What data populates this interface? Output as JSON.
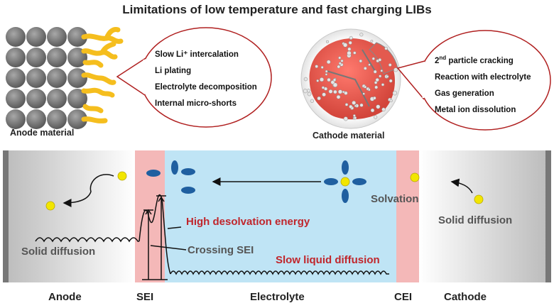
{
  "title": "Limitations of low temperature and fast charging LIBs",
  "anode_panel": {
    "caption": "Anode material",
    "issues": [
      "Slow Li⁺ intercalation",
      "Li plating",
      "Electrolyte decomposition",
      "Internal micro-shorts"
    ]
  },
  "cathode_panel": {
    "caption": "Cathode material",
    "issue1_sup": "nd",
    "issue1_rest": " particle cracking",
    "issue1_num": "2",
    "issues": [
      "Reaction with electrolyte",
      "Gas generation",
      "Metal ion dissolution"
    ]
  },
  "process": {
    "desolvation": "High desolvation energy",
    "crossing_sei": "Crossing SEI",
    "liquid_diffusion": "Slow liquid diffusion",
    "solid_diffusion_anode": "Solid diffusion",
    "solid_diffusion_cathode": "Solid diffusion",
    "solvation": "Solvation"
  },
  "regions": [
    "Anode",
    "SEI",
    "Electrolyte",
    "CEI",
    "Cathode"
  ],
  "colors": {
    "sei": "#f4b8b8",
    "electrolyte": "#bfe4f5",
    "ion": "#f2e600",
    "solvent": "#1f5fa0",
    "highlight_text": "#c0262c",
    "cathode_particle": "#e8584e",
    "anode_tendril": "#f5be1e"
  }
}
